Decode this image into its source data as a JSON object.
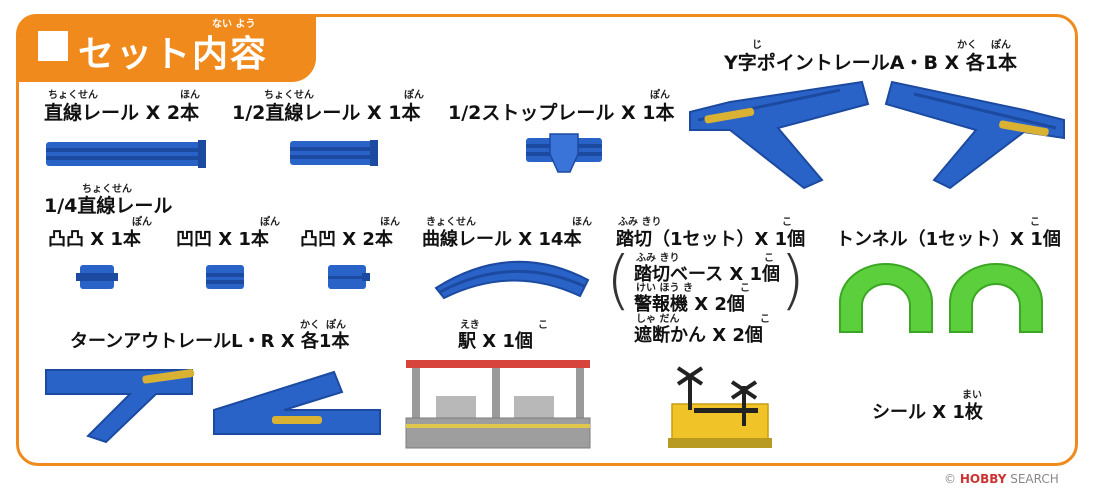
{
  "title": "セット内容",
  "title_ruby": "ない よう",
  "items": {
    "y_point": {
      "label": "Y字ポイントレールA・B X 各1本",
      "ruby1": "じ",
      "ruby2": "かく",
      "ruby3": "ぽん"
    },
    "straight": {
      "label": "直線レール X 2本",
      "ruby1": "ちょくせん",
      "ruby2": "ほん"
    },
    "half_straight": {
      "label": "1/2直線レール X 1本",
      "ruby1": "ちょくせん",
      "ruby2": "ぽん"
    },
    "half_stop": {
      "label": "1/2ストップレール X 1本",
      "ruby2": "ぽん"
    },
    "quarter": {
      "label": "1/4直線レール",
      "ruby1": "ちょくせん"
    },
    "q_a": {
      "label": "凸凸 X 1本",
      "ruby": "ぽん"
    },
    "q_b": {
      "label": "凹凹 X 1本",
      "ruby": "ぽん"
    },
    "q_c": {
      "label": "凸凹 X 2本",
      "ruby": "ほん"
    },
    "curve": {
      "label": "曲線レール X 14本",
      "ruby1": "きょくせん",
      "ruby2": "ほん"
    },
    "crossing": {
      "label": "踏切（1セット）X 1個",
      "ruby1": "ふみ きり",
      "ruby2": "こ"
    },
    "crossing_base": {
      "label": "踏切ベース X 1個",
      "ruby1": "ふみ きり",
      "ruby2": "こ"
    },
    "alarm": {
      "label": "警報機 X 2個",
      "ruby1": "けい ほう き",
      "ruby2": "こ"
    },
    "gate": {
      "label": "遮断かん X 2個",
      "ruby1": "しゃ だん",
      "ruby2": "こ"
    },
    "tunnel": {
      "label": "トンネル（1セット）X 1個",
      "ruby": "こ"
    },
    "turnout": {
      "label": "ターンアウトレールL・R X 各1本",
      "ruby1": "かく",
      "ruby2": "ぽん"
    },
    "station": {
      "label": "駅 X 1個",
      "ruby1": "えき",
      "ruby2": "こ"
    },
    "sticker": {
      "label": "シール X 1枚",
      "ruby": "まい"
    }
  },
  "watermark": {
    "brand": "HOBBY",
    "rest": "SEARCH",
    "symbol": "©"
  },
  "colors": {
    "accent": "#f08a1c",
    "rail": "#2a63c8",
    "rail_dark": "#1c4aa0",
    "tunnel": "#5ccf3c",
    "lever": "#d9b233"
  }
}
